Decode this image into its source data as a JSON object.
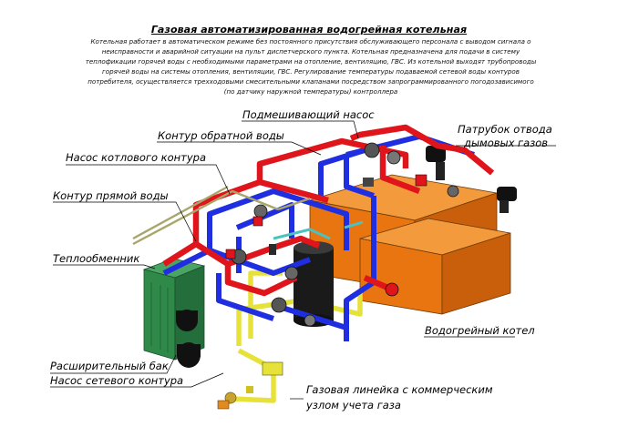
{
  "title": "Газовая автоматизированная водогрейная котельная",
  "description": "Котельная работает в автоматическом режиме без постоянного присутствия обслуживающего персонала с выводом сигнала о неисправности и аварийной ситуации на пульт диспетчерского пункта. Котельная предназначена для подачи в систему теплофикации горячей воды с необходимыми параметрами на отопление, вентиляцию, ГВС. Из котельной выходят трубопроводы горячей воды на системы отопления, вентиляции, ГВС. Регулирование температуры подаваемой сетевой воды контуров потребителя, осуществляется трехходовыми смесительными клапанами посредством запрограммированного погодозависимого (по датчику наружной температуры) контроллера",
  "labels": {
    "mixing_pump": "Подмешивающий насос",
    "return_loop": "Контур обратной воды",
    "flue_pipe_l1": "Патрубок отвода",
    "flue_pipe_l2": "дымовых газов",
    "boiler_pump": "Насос котлового контура",
    "supply_loop": "Контур прямой воды",
    "heat_exchanger": "Теплообменник",
    "water_boiler": "Водогрейный котел",
    "expansion_tank": "Расширительный бак",
    "network_pump": "Насос сетевого контура",
    "gas_line_l1": "Газовая линейка с коммерческим",
    "gas_line_l2": "узлом учета газа"
  },
  "colors": {
    "supply": "#e0141b",
    "return": "#1f2ee0",
    "gas": "#e6e23a",
    "boiler": "#e87510",
    "exchanger": "#2f8a4a",
    "tank": "#111111"
  }
}
